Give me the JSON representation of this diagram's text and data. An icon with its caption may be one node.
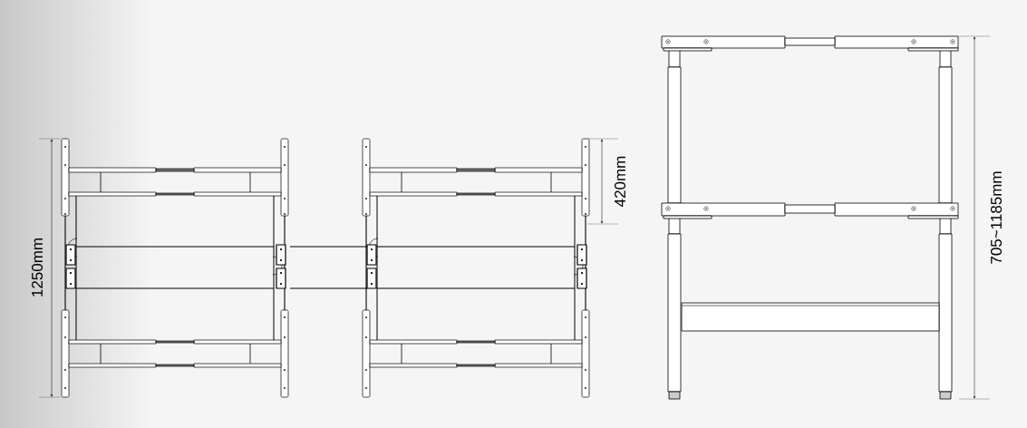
{
  "diagram": {
    "labels": [
      "1250mm",
      "420mm",
      "705~1185mm"
    ]
  }
}
